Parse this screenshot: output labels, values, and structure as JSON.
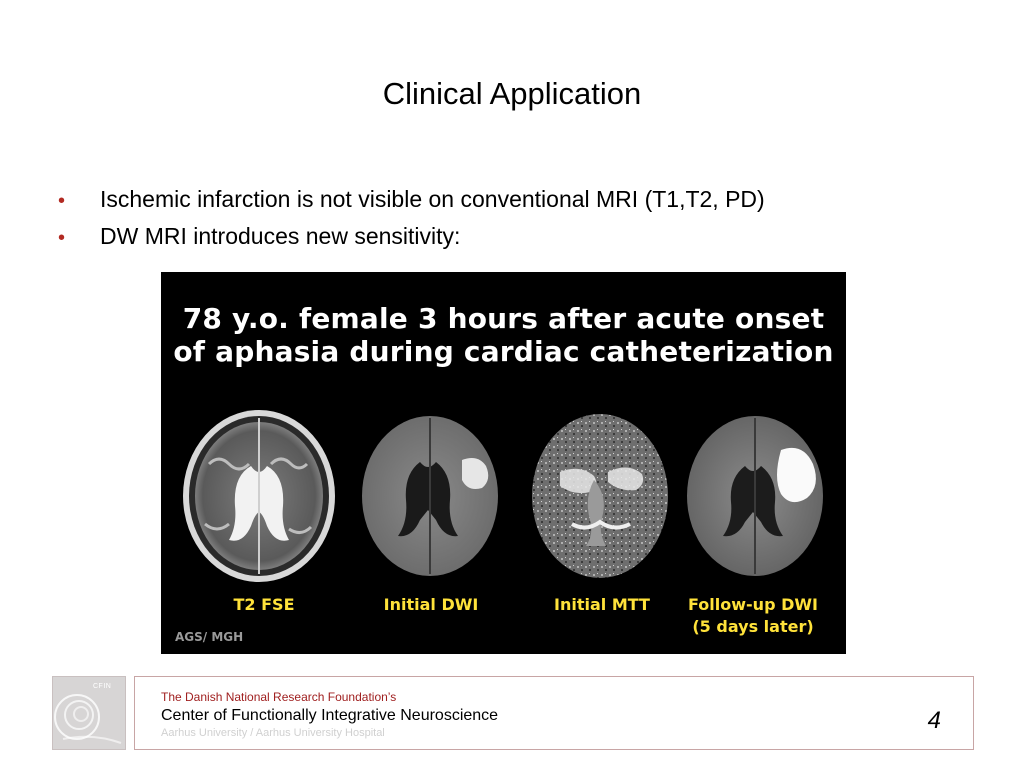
{
  "slide": {
    "title": "Clinical Application",
    "bullets": [
      "Ischemic infarction is not visible on conventional MRI (T1,T2, PD)",
      "DW MRI introduces new sensitivity:"
    ],
    "bullet_symbol": "•"
  },
  "figure": {
    "title_line1": "78 y.o. female 3 hours after acute onset",
    "title_line2": "of aphasia during cardiac catheterization",
    "labels": [
      "T2 FSE",
      "Initial DWI",
      "Initial MTT",
      "Follow-up DWI"
    ],
    "label4_line2": "(5 days later)",
    "credit": "AGS/ MGH",
    "label_color": "#ffe23a"
  },
  "footer": {
    "logo_text": "CFIN",
    "line1": "The Danish National Research Foundation’s",
    "line2": "Center of Functionally Integrative Neuroscience",
    "line3": "Aarhus University / Aarhus University Hospital",
    "page_number": "4",
    "accent_color": "#a02020"
  }
}
